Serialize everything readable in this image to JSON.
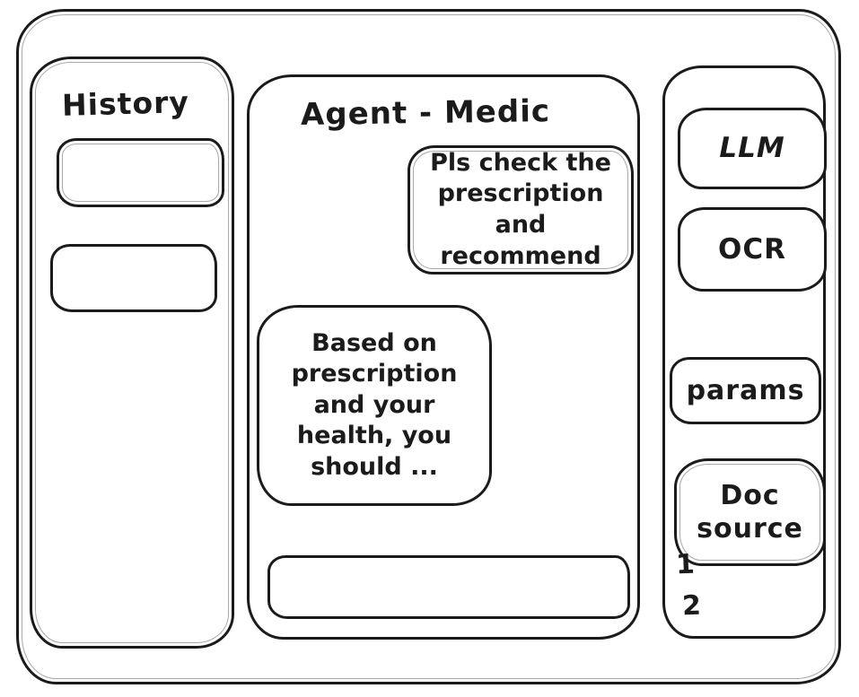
{
  "history_panel": {
    "title": "History"
  },
  "chat_panel": {
    "title": "Agent - Medic",
    "messages": [
      {
        "role": "user",
        "text": "Pls check the prescription and recommend"
      },
      {
        "role": "agent",
        "text": "Based on prescription and your health, you should ..."
      }
    ],
    "input": {
      "value": ""
    }
  },
  "tools_panel": {
    "buttons": [
      {
        "label": "LLM"
      },
      {
        "label": "OCR"
      },
      {
        "label": "params"
      },
      {
        "label": "Doc source"
      }
    ],
    "footnotes": [
      "1",
      "2"
    ]
  },
  "colors": {
    "stroke": "#1b1b1b",
    "background": "#ffffff"
  }
}
